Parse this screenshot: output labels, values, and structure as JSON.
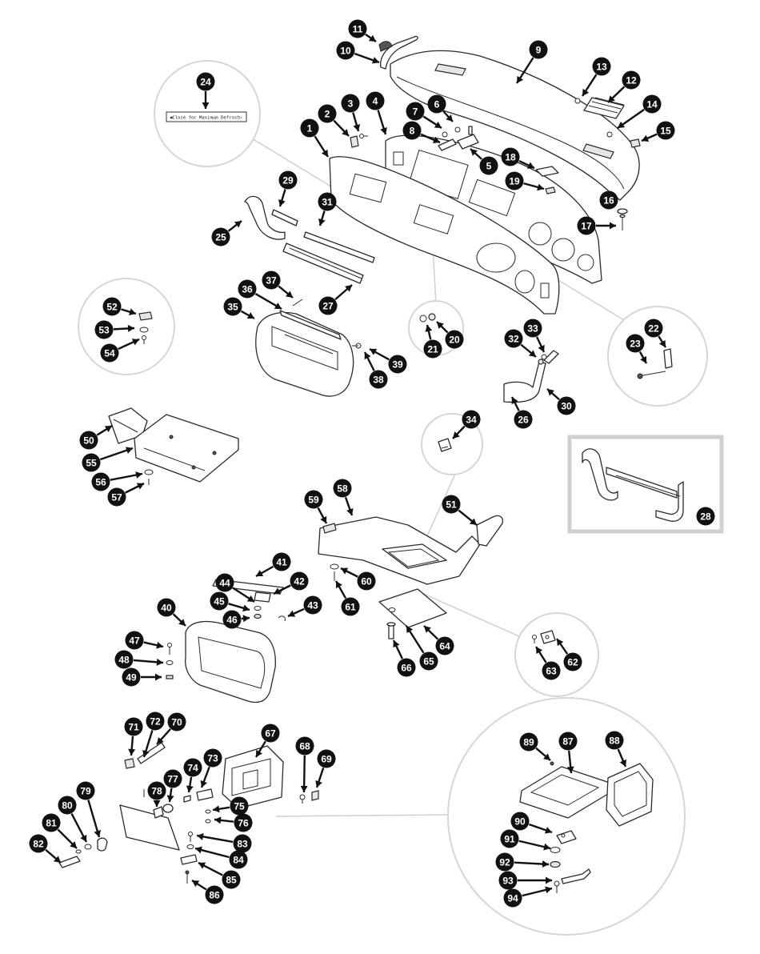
{
  "diagram": {
    "placard_text": "◀Close for Maximum Defrost▷",
    "callouts": [
      "1",
      "2",
      "3",
      "4",
      "5",
      "6",
      "7",
      "8",
      "9",
      "10",
      "11",
      "12",
      "13",
      "14",
      "15",
      "16",
      "17",
      "18",
      "19",
      "20",
      "21",
      "22",
      "23",
      "24",
      "25",
      "26",
      "27",
      "28",
      "29",
      "30",
      "31",
      "32",
      "33",
      "34",
      "35",
      "36",
      "37",
      "38",
      "39",
      "40",
      "41",
      "42",
      "43",
      "44",
      "45",
      "46",
      "47",
      "48",
      "49",
      "50",
      "51",
      "52",
      "53",
      "54",
      "55",
      "56",
      "57",
      "58",
      "59",
      "60",
      "61",
      "62",
      "63",
      "64",
      "65",
      "66",
      "67",
      "68",
      "69",
      "70",
      "71",
      "72",
      "73",
      "74",
      "75",
      "76",
      "77",
      "78",
      "79",
      "80",
      "81",
      "82",
      "83",
      "84",
      "85",
      "86",
      "87",
      "88",
      "89",
      "90",
      "91",
      "92",
      "93",
      "94"
    ]
  }
}
